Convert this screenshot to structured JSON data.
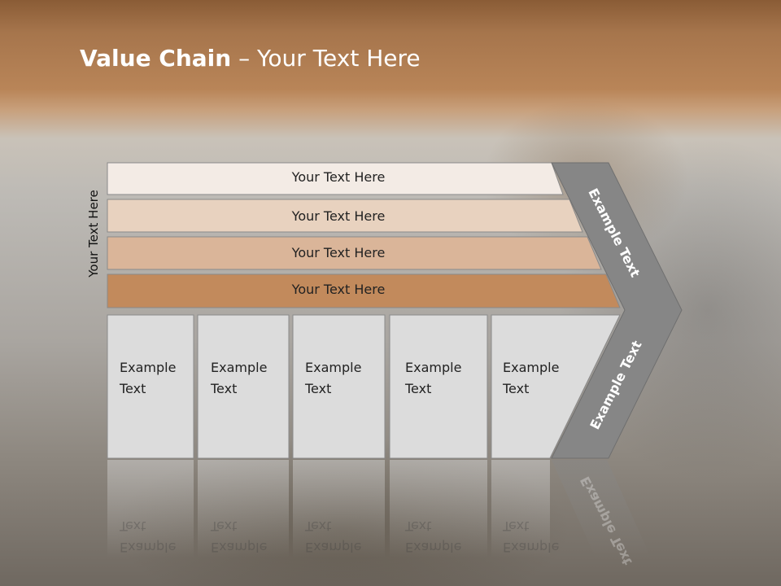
{
  "slide": {
    "title_bold": "Value Chain",
    "title_rest": " – Your Text Here",
    "side_label": "Your Text Here"
  },
  "bars": [
    {
      "label": "Your Text Here",
      "color": "#f3ebe5"
    },
    {
      "label": "Your Text Here",
      "color": "#e8d2bf"
    },
    {
      "label": "Your Text Here",
      "color": "#dab599"
    },
    {
      "label": "Your Text Here",
      "color": "#c28a5c"
    }
  ],
  "boxes": [
    {
      "line1": "Example",
      "line2": "Text"
    },
    {
      "line1": "Example",
      "line2": "Text"
    },
    {
      "line1": "Example",
      "line2": "Text"
    },
    {
      "line1": "Example",
      "line2": "Text"
    },
    {
      "line1": "Example",
      "line2": "Text"
    }
  ],
  "chevron": {
    "upper_label": "Example Text",
    "lower_label": "Example Text",
    "color": "#868686"
  }
}
